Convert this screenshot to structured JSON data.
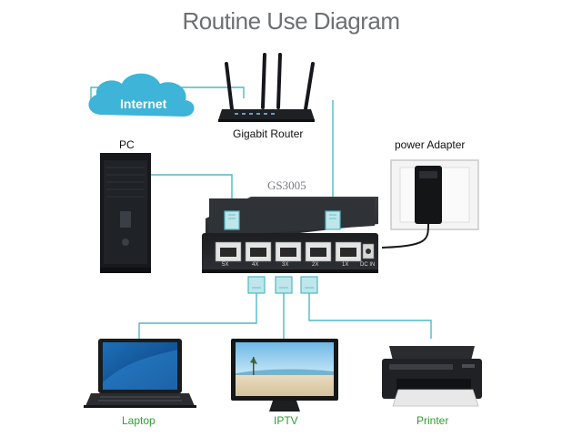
{
  "title": "Routine Use Diagram",
  "cloud_label": "Internet",
  "router_label": "Gigabit Router",
  "pc_label": "PC",
  "power_label": "power Adapter",
  "switch_model": "GS3005",
  "port_labels": [
    "5X",
    "4X",
    "3X",
    "2X",
    "1X"
  ],
  "dc_label": "DC IN",
  "devices": {
    "laptop": "Laptop",
    "iptv": "IPTV",
    "printer": "Printer"
  },
  "colors": {
    "cable": "#4fb8c4",
    "cloud": "#3db4d8",
    "accent_green": "#2e9e2e",
    "switch_body": "#2a2d31"
  }
}
